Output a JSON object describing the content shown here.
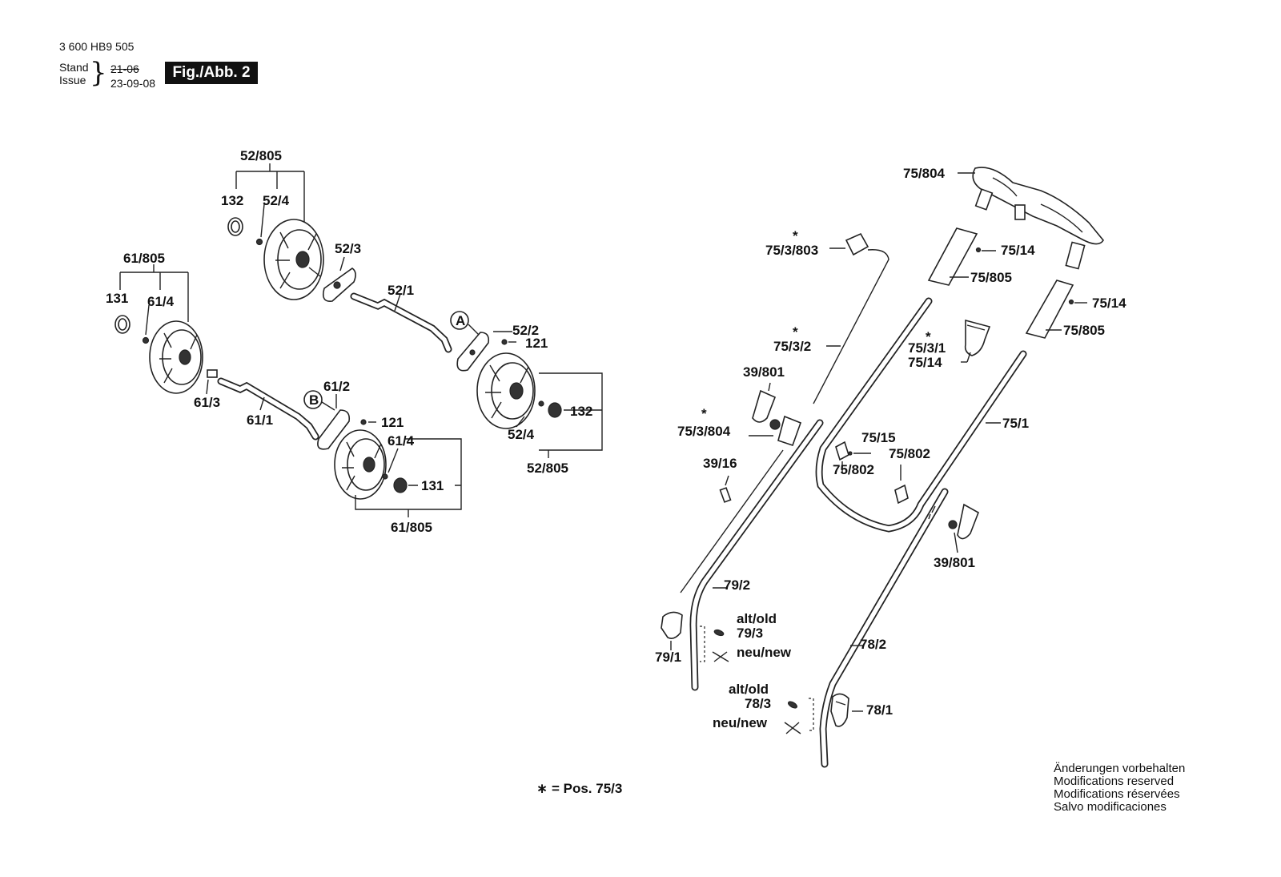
{
  "header": {
    "doc_number": "3 600 HB9 505",
    "stand_label": "Stand",
    "issue_label": "Issue",
    "old_date": "21-06",
    "date": "23-09-08",
    "figure_label": "Fig./Abb. 2"
  },
  "callouts": {
    "c52_805a": "52/805",
    "c132a": "132",
    "c52_4a": "52/4",
    "c52_3": "52/3",
    "c52_1": "52/1",
    "cA": "A",
    "c52_2": "52/2",
    "c121a": "121",
    "c132b": "132",
    "c52_4b": "52/4",
    "c52_805b": "52/805",
    "c61_805a": "61/805",
    "c131a": "131",
    "c61_4a": "61/4",
    "c61_3": "61/3",
    "c61_1": "61/1",
    "cB": "B",
    "c61_2": "61/2",
    "c121b": "121",
    "c61_4b": "61/4",
    "c131b": "131",
    "c61_805b": "61/805",
    "c75_804": "75/804",
    "star1": "*",
    "c75_3_803": "75/3/803",
    "c75_14a": "75/14",
    "c75_805a": "75/805",
    "c75_14b": "75/14",
    "c75_805b": "75/805",
    "star2": "*",
    "c75_3_2": "75/3/2",
    "star3": "*",
    "c75_3_1": "75/3/1",
    "c75_14c": "75/14",
    "c39_801a": "39/801",
    "star4": "*",
    "c75_3_804": "75/3/804",
    "c75_1": "75/1",
    "c75_15": "75/15",
    "c75_802a": "75/802",
    "c75_802b": "75/802",
    "c39_16": "39/16",
    "c39_801b": "39/801",
    "c79_2": "79/2",
    "c79_1": "79/1",
    "c_altold1": "alt/old",
    "c79_3": "79/3",
    "c_neunew1": "neu/new",
    "c78_2": "78/2",
    "c_altold2": "alt/old",
    "c78_3": "78/3",
    "c_neunew2": "neu/new",
    "c78_1": "78/1"
  },
  "legend": "∗ = Pos. 75/3",
  "notes": [
    "Änderungen vorbehalten",
    "Modifications reserved",
    "Modifications réservées",
    "Salvo modificaciones"
  ]
}
